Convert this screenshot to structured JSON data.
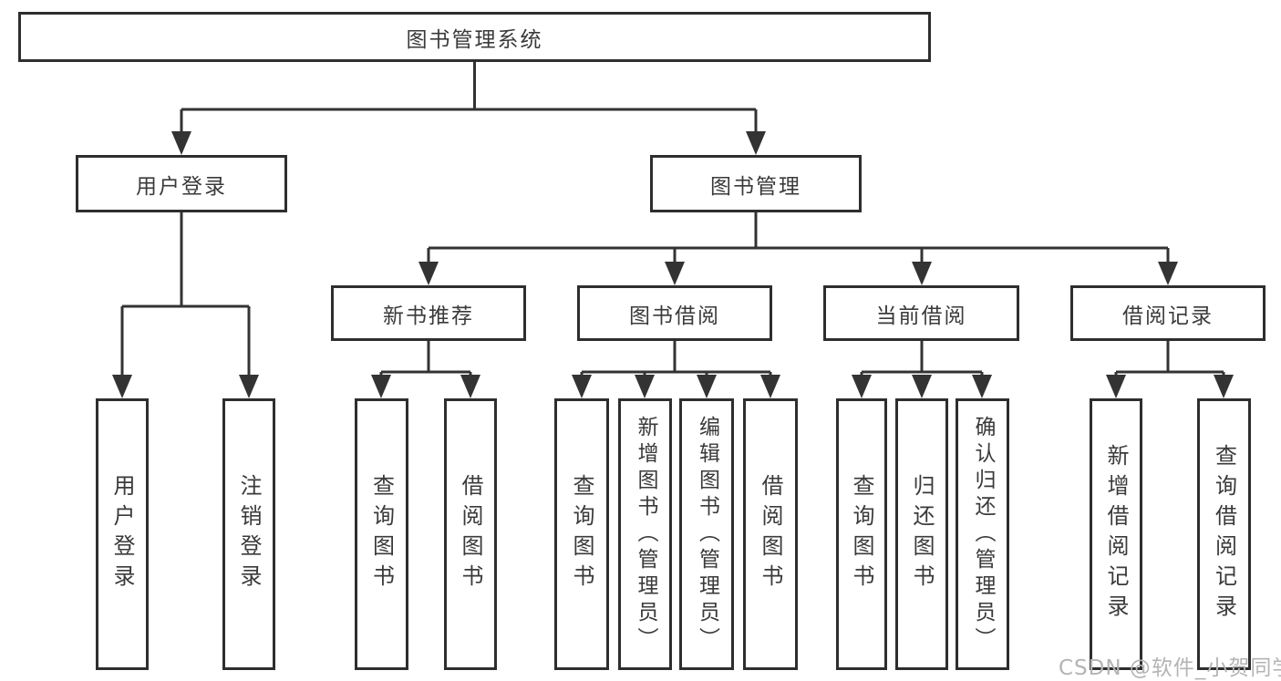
{
  "diagram": {
    "title": "图书管理系统",
    "root": {
      "label": "图书管理系统"
    },
    "branches": [
      {
        "label": "用户登录",
        "children": [
          {
            "label": "用户登录"
          },
          {
            "label": "注销登录"
          }
        ]
      },
      {
        "label": "图书管理",
        "children": [
          {
            "label": "新书推荐",
            "children": [
              {
                "label": "查询图书"
              },
              {
                "label": "借阅图书"
              }
            ]
          },
          {
            "label": "图书借阅",
            "children": [
              {
                "label": "查询图书"
              },
              {
                "label": "新增图书（管理员）"
              },
              {
                "label": "编辑图书（管理员）"
              },
              {
                "label": "借阅图书"
              }
            ]
          },
          {
            "label": "当前借阅",
            "children": [
              {
                "label": "查询图书"
              },
              {
                "label": "归还图书"
              },
              {
                "label": "确认归还（管理员）"
              }
            ]
          },
          {
            "label": "借阅记录",
            "children": [
              {
                "label": "新增借阅记录"
              },
              {
                "label": "查询借阅记录"
              }
            ]
          }
        ]
      }
    ]
  },
  "watermark": {
    "text": "CSDN @软件_小贺同学"
  },
  "colors": {
    "line": "#333333",
    "border": "#2e2e2e",
    "text": "#3a3a3a",
    "watermark": "#b4b4b4",
    "background": "#ffffff"
  }
}
